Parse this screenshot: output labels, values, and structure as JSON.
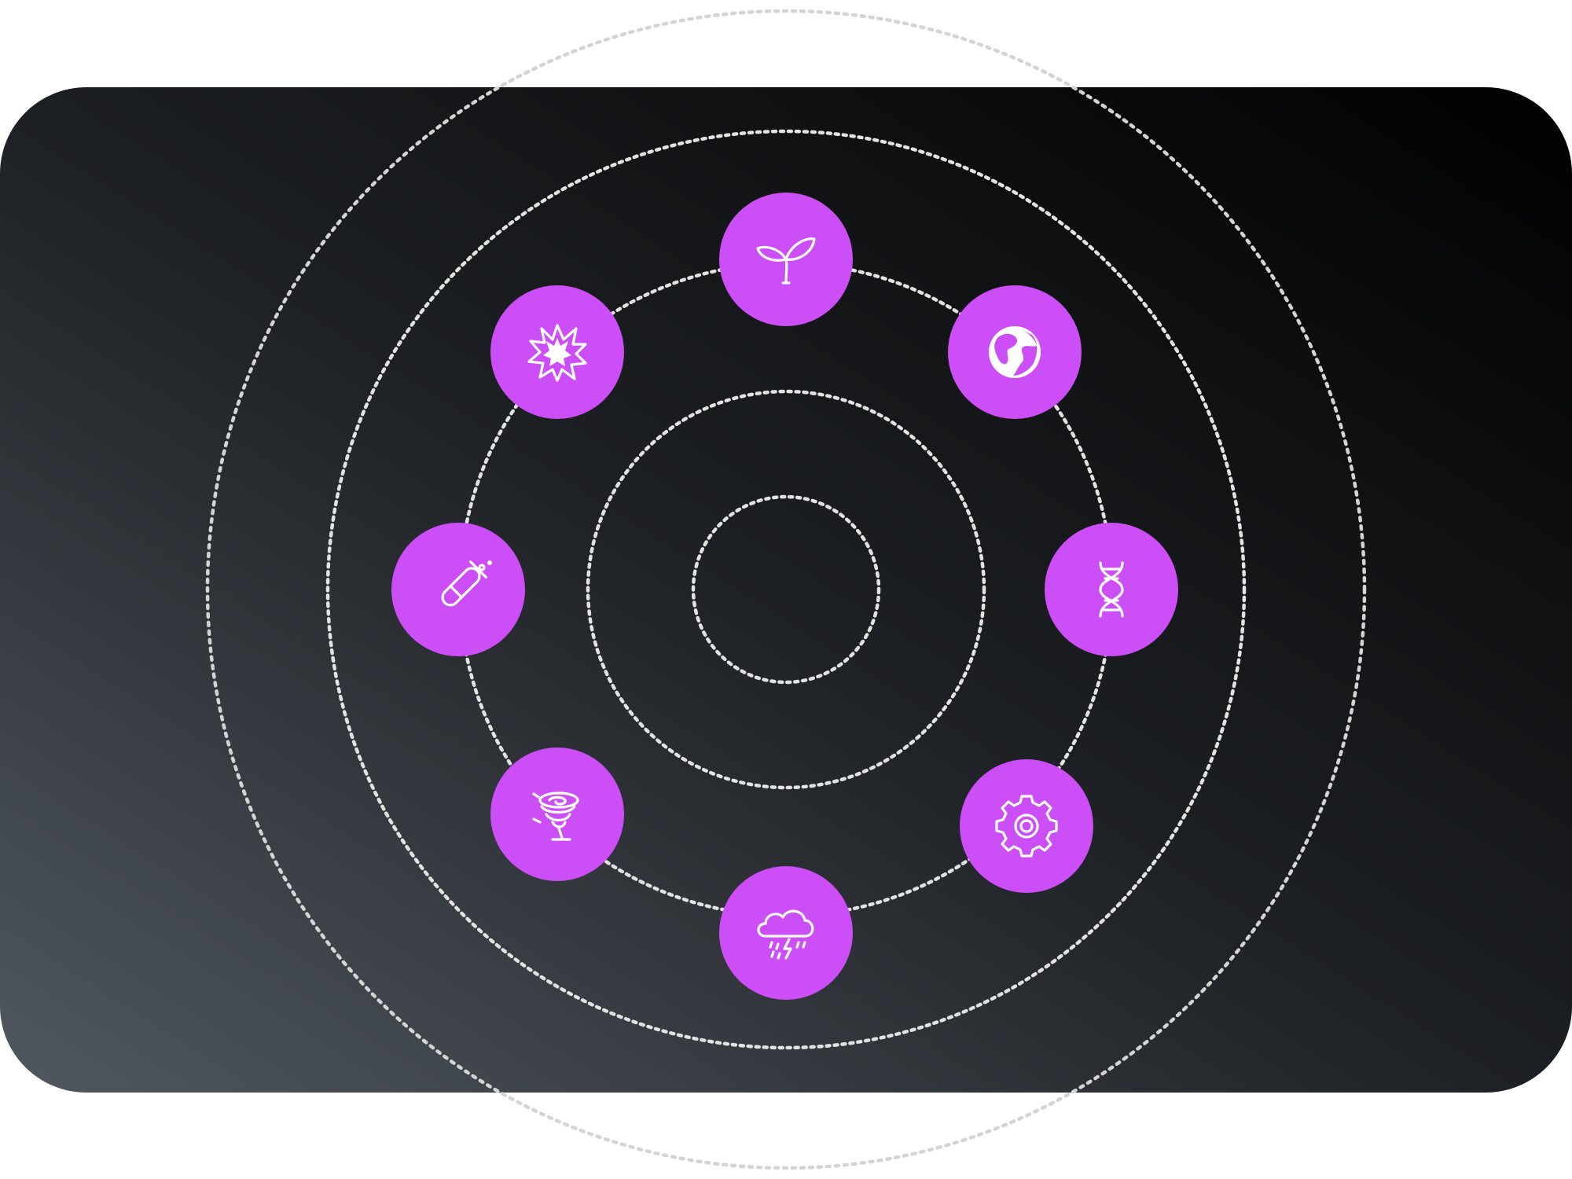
{
  "colors": {
    "card_gradient_start": "#515860",
    "card_gradient_mid": "#1e2125",
    "card_gradient_end": "#000000",
    "ring_light": "#d4d4d4",
    "ring_dark": "#e2e2e2",
    "node_fill": "#cc4ef6",
    "icon_stroke": "#ffffff"
  },
  "rings": [
    "inner-core-ring",
    "middle-ring",
    "node-orbit-ring",
    "large-ring",
    "outer-ring"
  ],
  "nodes": [
    {
      "name": "sprout",
      "icon": "sprout-icon",
      "interactable": true
    },
    {
      "name": "globe",
      "icon": "globe-icon",
      "interactable": true
    },
    {
      "name": "dna",
      "icon": "dna-icon",
      "interactable": true
    },
    {
      "name": "gear",
      "icon": "gear-icon",
      "interactable": true
    },
    {
      "name": "storm",
      "icon": "storm-cloud-icon",
      "interactable": true
    },
    {
      "name": "tornado",
      "icon": "tornado-icon",
      "interactable": true
    },
    {
      "name": "test-tube",
      "icon": "test-tube-icon",
      "interactable": true
    },
    {
      "name": "explosion",
      "icon": "explosion-icon",
      "interactable": true
    }
  ]
}
